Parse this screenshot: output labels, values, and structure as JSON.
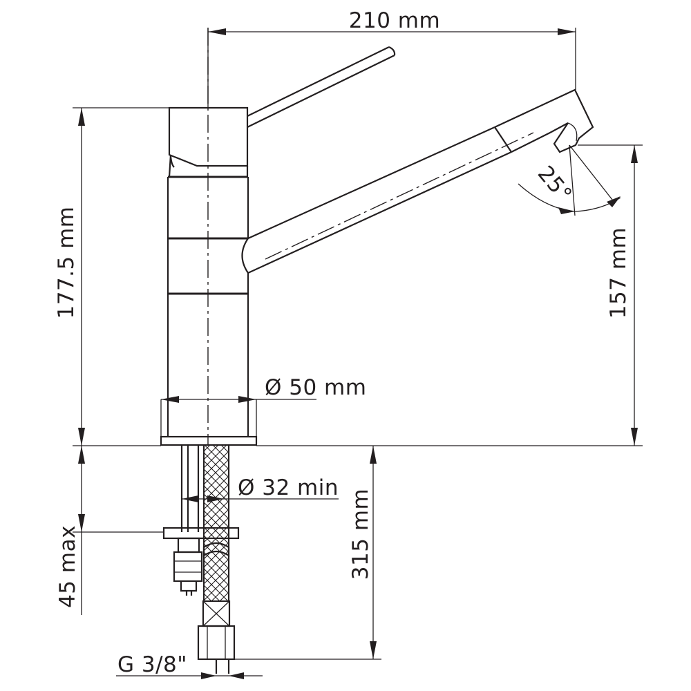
{
  "dimensions": {
    "width": "210 mm",
    "height": "177.5 mm",
    "spout_height": "157 mm",
    "body_diameter": "Ø 50 mm",
    "hole_diameter": "Ø 32 min",
    "hose_length": "315 mm",
    "thickness_max": "45 max",
    "thread": "G 3/8\"",
    "spout_angle": "25°"
  },
  "colors": {
    "line": "#231f20",
    "background": "#ffffff"
  }
}
